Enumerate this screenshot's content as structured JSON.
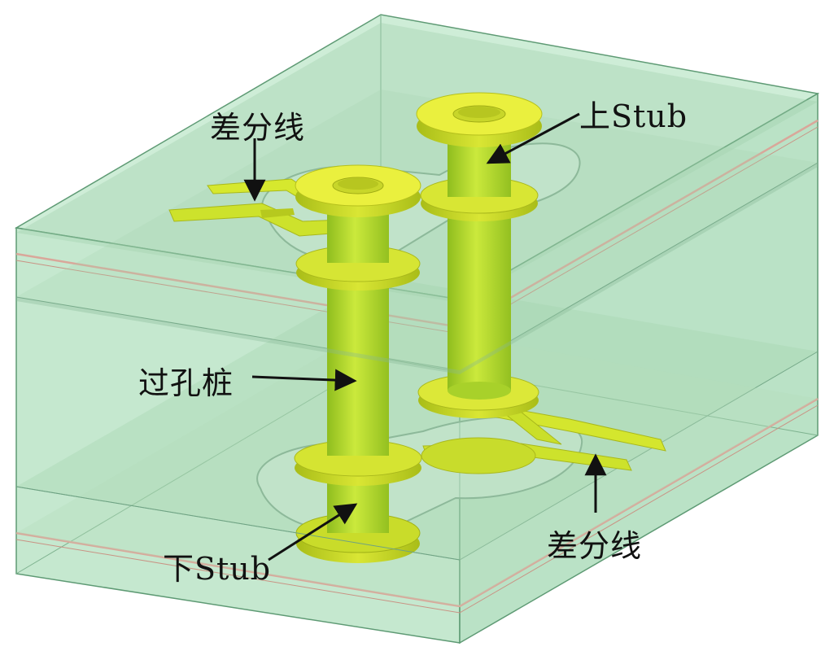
{
  "labels": {
    "diff_line_top": "差分线",
    "upper_stub": "上Stub",
    "via_stub": "过孔桩",
    "lower_stub": "下Stub",
    "diff_line_bottom": "差分线"
  },
  "colors": {
    "dielectric_fill": "#b9e3c3",
    "dielectric_edge": "#5e9a74",
    "copper_plane": "#d9a79a",
    "via_body": "#a9d62a",
    "via_highlight": "#d3f048",
    "pad_top": "#e9f03c",
    "pad_side": "#b8c81c",
    "arrow": "#111111"
  }
}
